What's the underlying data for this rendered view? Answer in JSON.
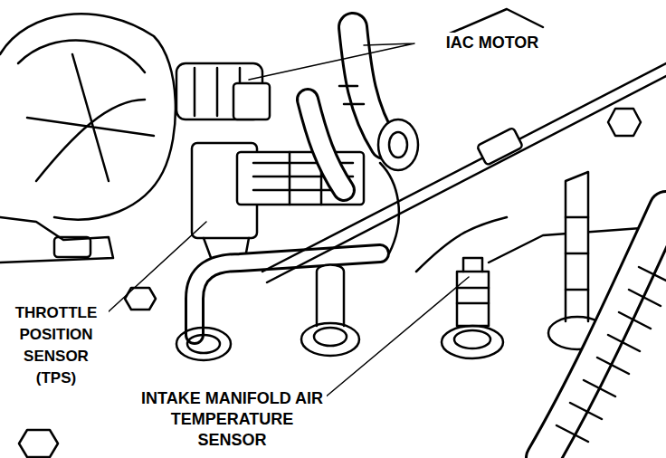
{
  "diagram": {
    "labels": [
      "IAC MOTOR",
      "THROTTLE POSITION SENSOR (TPS)",
      "INTAKE MANIFOLD AIR TEMPERATURE SENSOR"
    ]
  }
}
